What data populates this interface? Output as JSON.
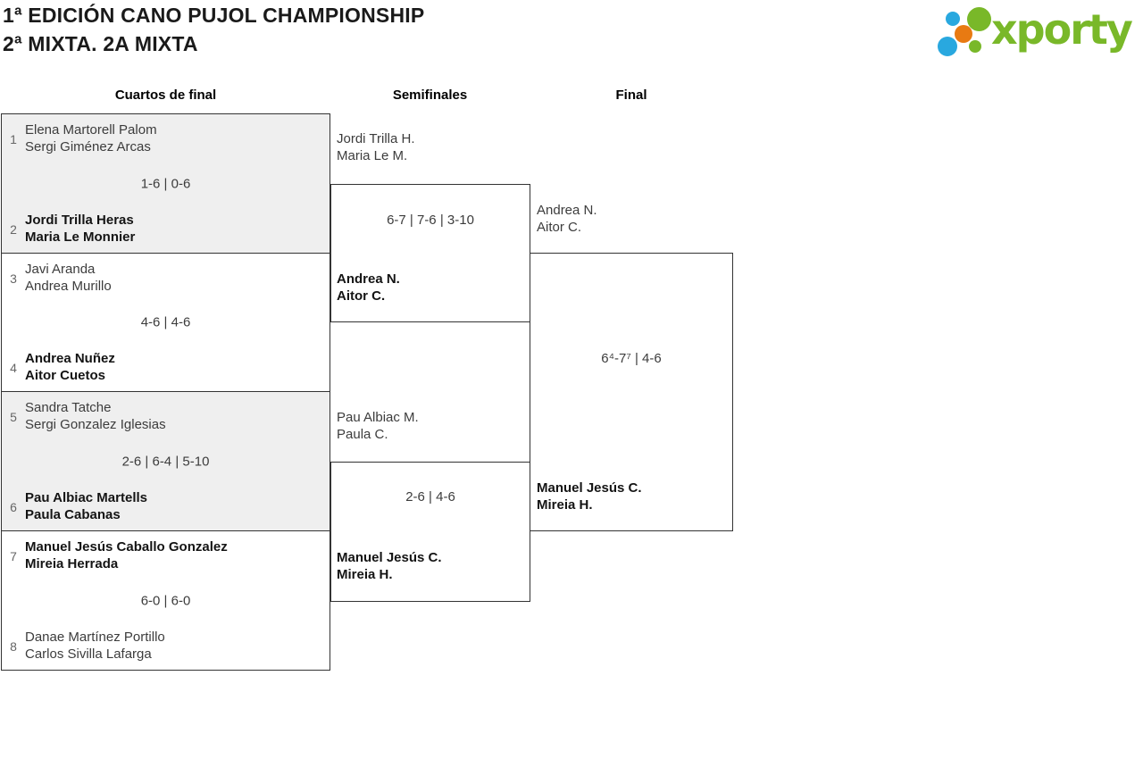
{
  "header": {
    "title_line1": "1ª EDICIÓN CANO PUJOL CHAMPIONSHIP",
    "title_line2": "2ª MIXTA. 2A MIXTA",
    "logo_text": "xporty"
  },
  "round_headers": {
    "quarterfinals": "Cuartos de final",
    "semifinals": "Semifinales",
    "final": "Final"
  },
  "colors": {
    "logo_green": "#79b829",
    "logo_blue": "#29a8df",
    "logo_orange": "#e87a12",
    "shaded_match_bg": "#efefef",
    "box_border": "#333333",
    "winner_text": "#141414",
    "loser_text": "#3c3c3c"
  },
  "bracket": {
    "quarterfinals": [
      {
        "seed_top": "1",
        "team_top": [
          "Elena Martorell Palom",
          "Sergi Giménez Arcas"
        ],
        "team_top_winner": false,
        "score": "1-6 | 0-6",
        "seed_bottom": "2",
        "team_bottom": [
          "Jordi Trilla Heras",
          "Maria Le Monnier"
        ],
        "team_bottom_winner": true
      },
      {
        "seed_top": "3",
        "team_top": [
          "Javi Aranda",
          "Andrea Murillo"
        ],
        "team_top_winner": false,
        "score": "4-6 | 4-6",
        "seed_bottom": "4",
        "team_bottom": [
          "Andrea Nuñez",
          "Aitor Cuetos"
        ],
        "team_bottom_winner": true
      },
      {
        "seed_top": "5",
        "team_top": [
          "Sandra Tatche",
          "Sergi Gonzalez Iglesias"
        ],
        "team_top_winner": false,
        "score": "2-6 | 6-4 | 5-10",
        "seed_bottom": "6",
        "team_bottom": [
          "Pau Albiac Martells",
          "Paula Cabanas"
        ],
        "team_bottom_winner": true
      },
      {
        "seed_top": "7",
        "team_top": [
          "Manuel Jesús Caballo Gonzalez",
          "Mireia Herrada"
        ],
        "team_top_winner": true,
        "score": "6-0 | 6-0",
        "seed_bottom": "8",
        "team_bottom": [
          "Danae Martínez Portillo",
          "Carlos Sivilla Lafarga"
        ],
        "team_bottom_winner": false
      }
    ],
    "semifinals": [
      {
        "team_top": [
          "Jordi Trilla H.",
          "Maria Le M."
        ],
        "team_top_winner": false,
        "score": "6-7 | 7-6 | 3-10",
        "team_bottom": [
          "Andrea N.",
          "Aitor C."
        ],
        "team_bottom_winner": true
      },
      {
        "team_top": [
          "Pau Albiac M.",
          "Paula C."
        ],
        "team_top_winner": false,
        "score": "2-6 | 4-6",
        "team_bottom": [
          "Manuel Jesús C.",
          "Mireia H."
        ],
        "team_bottom_winner": true
      }
    ],
    "final": {
      "team_top": [
        "Andrea N.",
        "Aitor C."
      ],
      "team_top_winner": false,
      "score": "6⁴-7⁷ | 4-6",
      "team_bottom": [
        "Manuel Jesús C.",
        "Mireia H."
      ],
      "team_bottom_winner": true
    }
  }
}
